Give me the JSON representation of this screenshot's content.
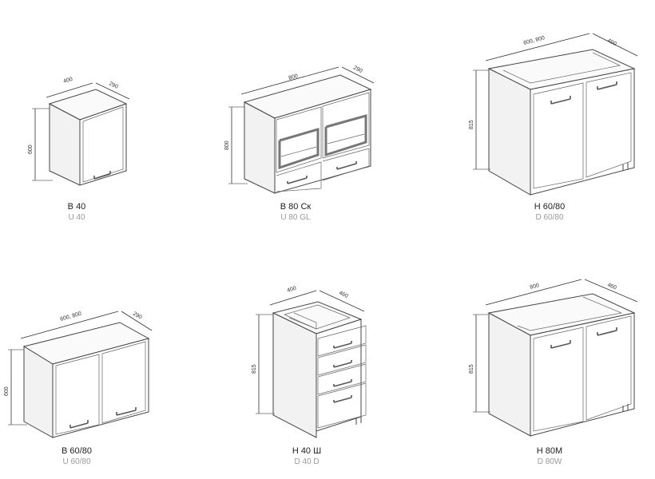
{
  "cabinets": [
    {
      "code": "B 40",
      "alt_code": "U 40",
      "width": "400",
      "depth": "290",
      "height": "600"
    },
    {
      "code": "B 80 Ск",
      "alt_code": "U 80 GL",
      "width": "800",
      "depth": "290",
      "height": "800"
    },
    {
      "code": "H 60/80",
      "alt_code": "D 60/80",
      "width": "600, 800",
      "depth": "460",
      "height": "815"
    },
    {
      "code": "B 60/80",
      "alt_code": "U 60/80",
      "width": "600, 800",
      "depth": "290",
      "height": "600"
    },
    {
      "code": "H 40 Ш",
      "alt_code": "D 40 D",
      "width": "400",
      "depth": "460",
      "height": "815"
    },
    {
      "code": "H 80M",
      "alt_code": "D 80W",
      "width": "800",
      "depth": "460",
      "height": "815"
    }
  ]
}
